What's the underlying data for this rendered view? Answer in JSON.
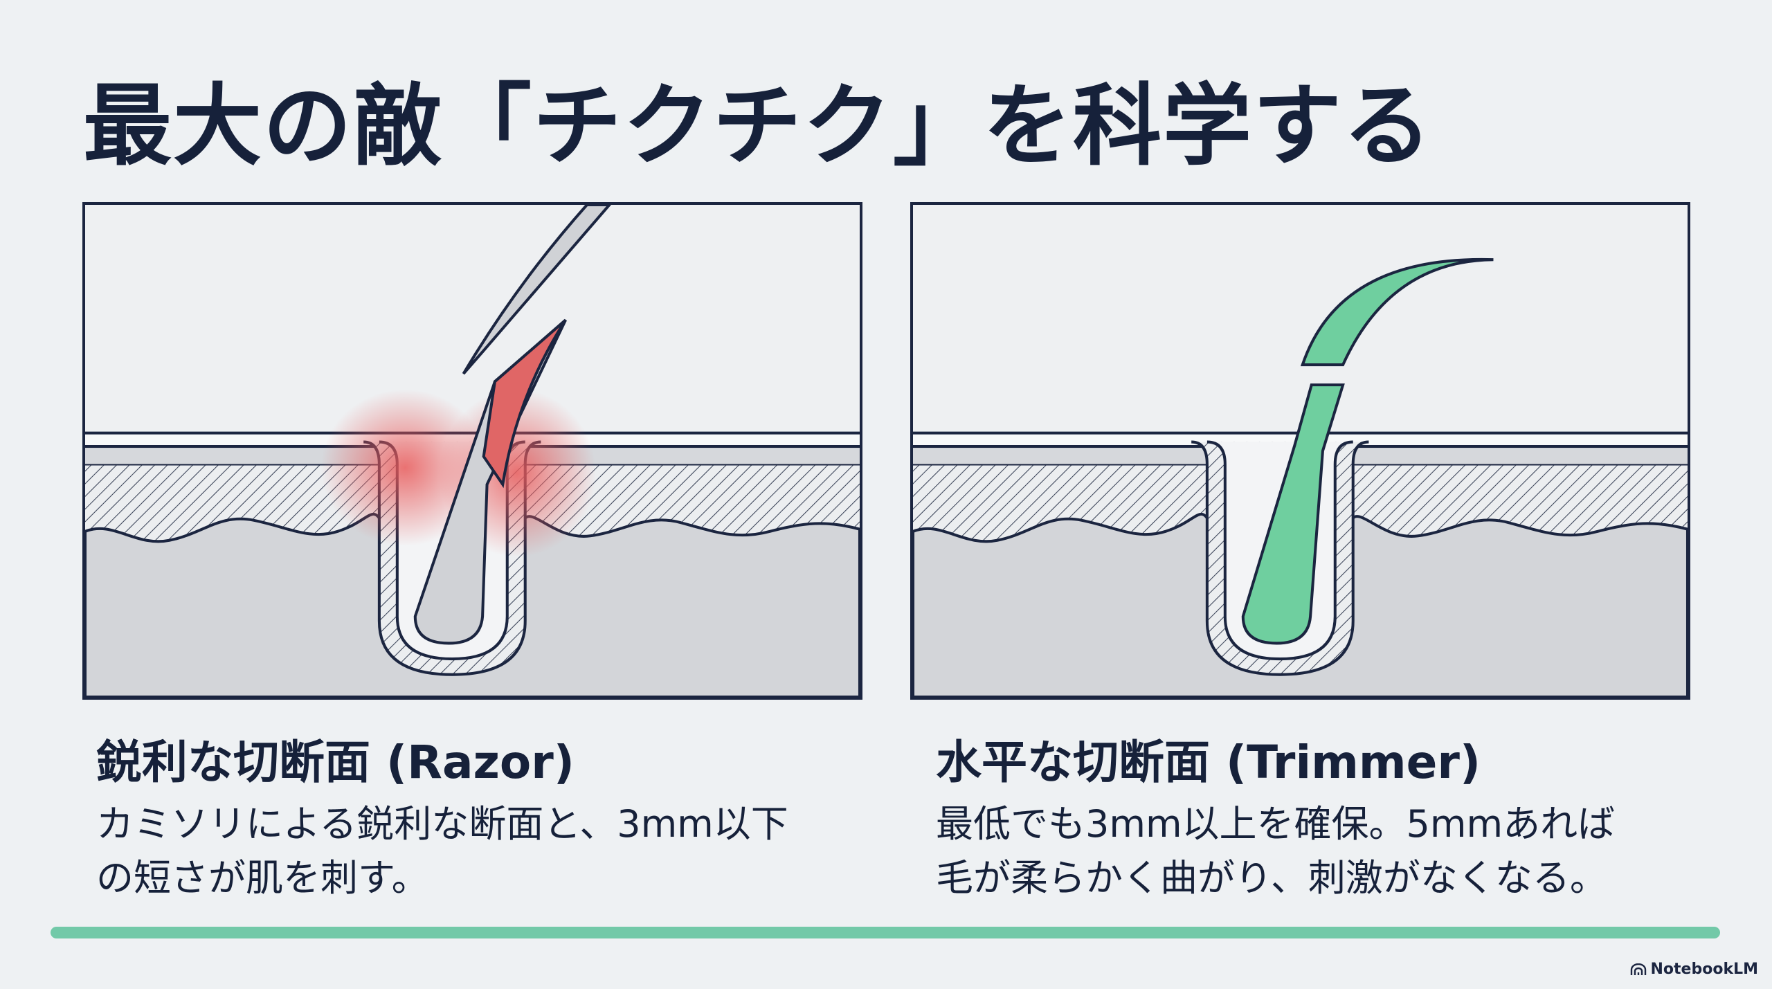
{
  "title": "最大の敵「チクチク」を科学する",
  "left": {
    "heading": "鋭利な切断面 (Razor)",
    "lines": [
      "カミソリによる鋭利な断面と、3mm以下",
      "の短さが肌を刺す。"
    ]
  },
  "right": {
    "heading": "水平な切断面 (Trimmer)",
    "lines": [
      "最低でも3mm以上を確保。5mmあれば",
      "毛が柔らかく曲がり、刺激がなくなる。"
    ]
  },
  "brand": "NotebookLM",
  "colors": {
    "navy": "#1b2540",
    "accent_green": "#72c9a8",
    "hair_green": "#6fcf9f",
    "irritation_red": "#e06666"
  }
}
